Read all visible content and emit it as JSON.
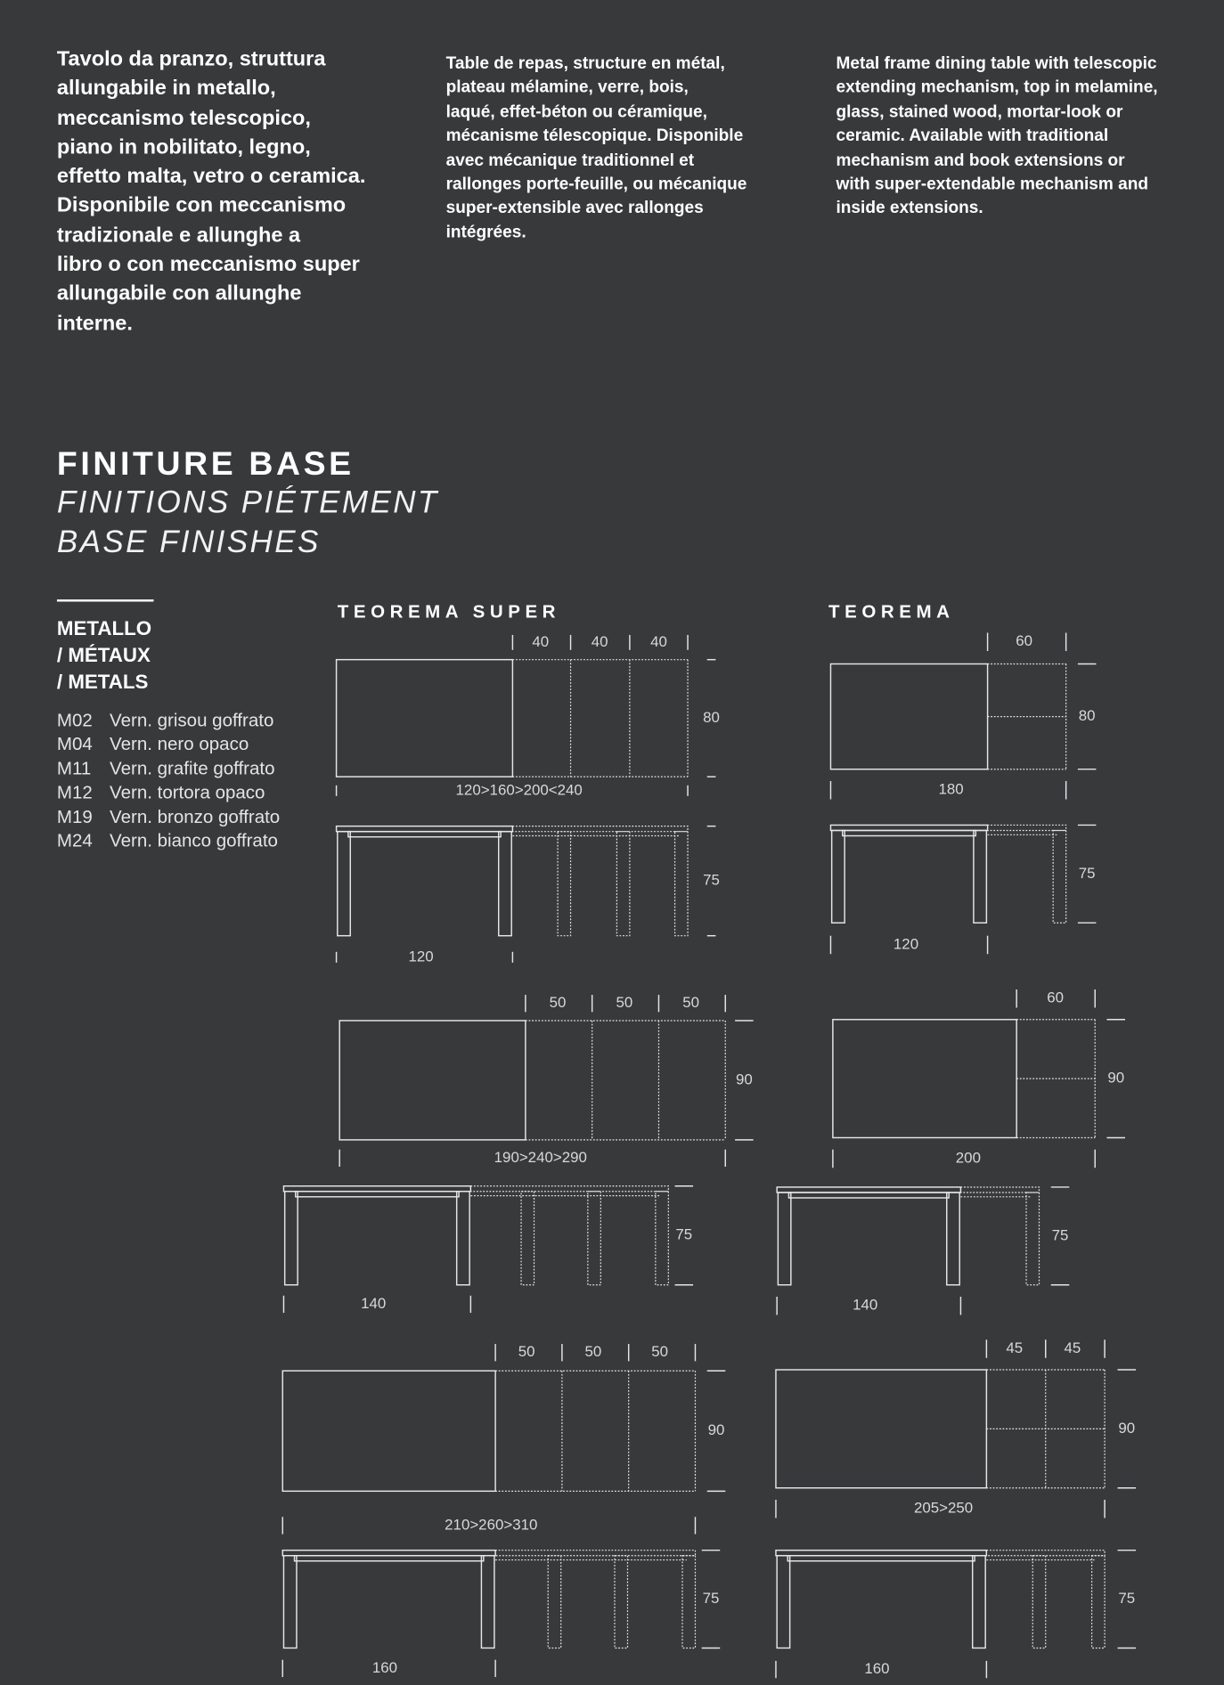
{
  "description": {
    "italian": "Tavolo da pranzo, struttura\nallungabile in metallo,\nmeccanismo telescopico,\npiano in nobilitato, legno,\neffetto malta, vetro o ceramica.\nDisponibile con meccanismo\ntradizionale e allunghe a\nlibro o con meccanismo super\nallungabile con allunghe\ninterne.",
    "french": "Table de repas, structure en métal,\nplateau mélamine, verre, bois,\nlaqué, effet-béton ou céramique,\nmécanisme télescopique. Disponible\navec mécanique traditionnel et\nrallonges porte-feuille, ou mécanique\nsuper-extensible avec rallonges\nintégrées.",
    "english": "Metal frame dining table with telescopic\nextending mechanism, top in melamine,\nglass, stained wood, mortar-look or\nceramic. Available with traditional\nmechanism and book extensions or\nwith super-extendable mechanism and\ninside extensions."
  },
  "section": {
    "title_it": "FINITURE BASE",
    "title_fr": "FINITIONS PIÉTEMENT",
    "title_en": "BASE FINISHES"
  },
  "materials": {
    "title_lines": [
      "METALLO",
      "/ MÉTAUX",
      "/ METALS"
    ],
    "finishes": [
      {
        "code": "M02",
        "name": "Vern. grisou goffrato"
      },
      {
        "code": "M04",
        "name": "Vern. nero opaco"
      },
      {
        "code": "M11",
        "name": "Vern. grafite goffrato"
      },
      {
        "code": "M12",
        "name": "Vern. tortora opaco"
      },
      {
        "code": "M19",
        "name": "Vern. bronzo goffrato"
      },
      {
        "code": "M24",
        "name": "Vern. bianco goffrato"
      }
    ]
  },
  "models": {
    "teorema_super": {
      "name": "TEOREMA SUPER",
      "variants": [
        {
          "extensions": [
            "40",
            "40",
            "40"
          ],
          "depth": "80",
          "length": "120>160>200<240",
          "height": "75",
          "base_length": "120"
        },
        {
          "extensions": [
            "50",
            "50",
            "50"
          ],
          "depth": "90",
          "length": "190>240>290",
          "height": "75",
          "base_length": "140"
        },
        {
          "extensions": [
            "50",
            "50",
            "50"
          ],
          "depth": "90",
          "length": "210>260>310",
          "height": "75",
          "base_length": "160"
        }
      ]
    },
    "teorema": {
      "name": "TEOREMA",
      "variants": [
        {
          "extensions": [
            "60"
          ],
          "depth": "80",
          "length": "180",
          "height": "75",
          "base_length": "120"
        },
        {
          "extensions": [
            "60"
          ],
          "depth": "90",
          "length": "200",
          "height": "75",
          "base_length": "140"
        },
        {
          "extensions": [
            "45",
            "45"
          ],
          "depth": "90",
          "length": "205>250",
          "height": "75",
          "base_length": "160"
        }
      ]
    }
  },
  "colors": {
    "background": "#38393b",
    "line": "#e6e6e6",
    "text": "#ffffff"
  }
}
